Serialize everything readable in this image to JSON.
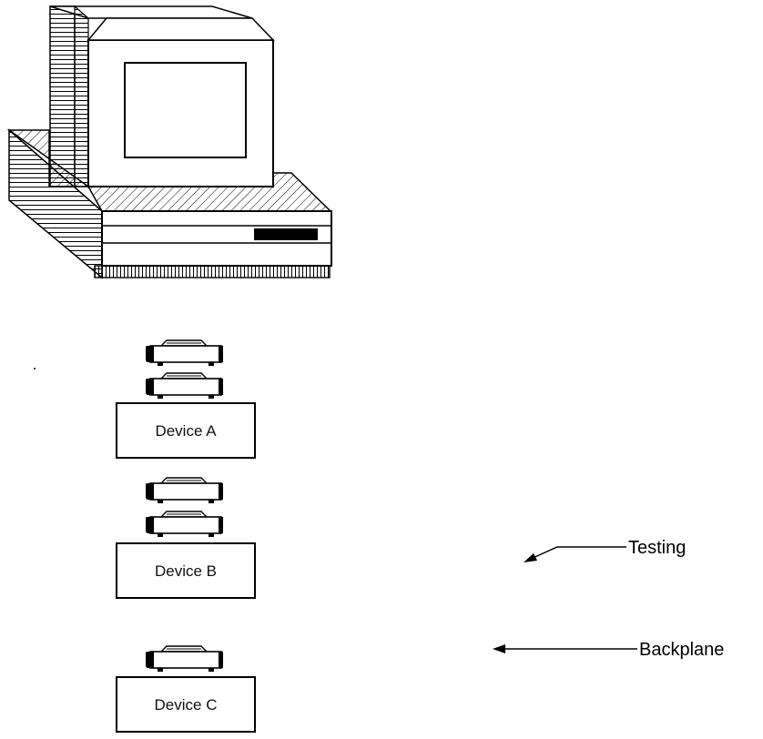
{
  "devices": [
    {
      "label": "Device A",
      "connectors": 2
    },
    {
      "label": "Device B",
      "connectors": 2
    },
    {
      "label": "Device C",
      "connectors": 1
    }
  ],
  "callouts": {
    "testing": "Testing",
    "backplane": "Backplane"
  },
  "icons": {
    "computer": "desktop-computer-icon",
    "connector": "serial-connector-icon"
  }
}
